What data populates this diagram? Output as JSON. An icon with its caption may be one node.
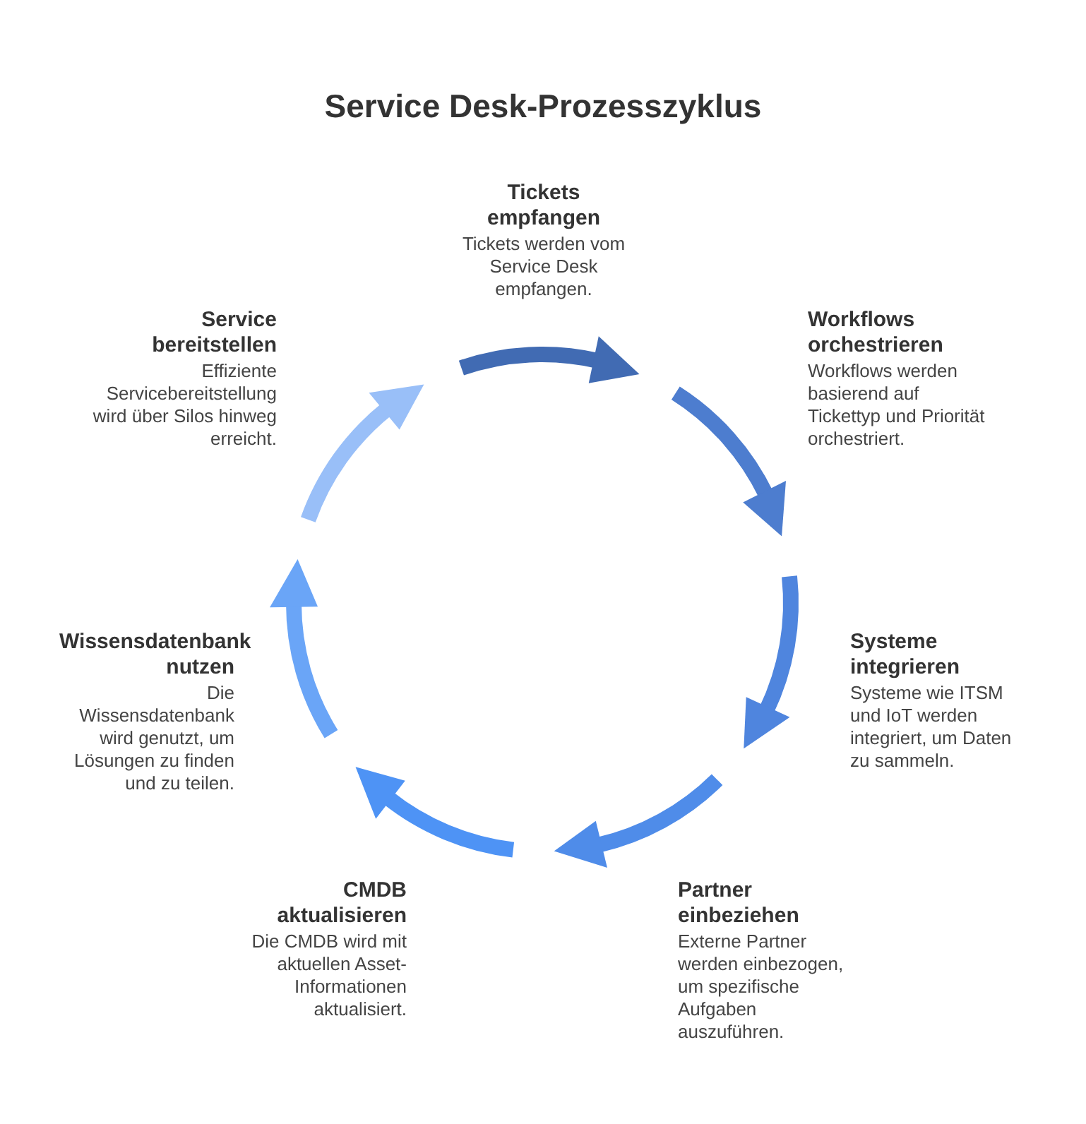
{
  "diagram": {
    "title": "Service Desk-Prozesszyklus",
    "nodes": [
      {
        "text": [
          "Tickets empfangen",
          "Tickets werden vom Service Desk empfangen."
        ]
      },
      {
        "text": [
          "Workflows orchestrieren",
          "Workflows werden basierend auf Tickettyp und Priorität orchestriert."
        ]
      },
      {
        "text": [
          "Systeme integrieren",
          "Systeme wie ITSM und IoT werden integriert, um Daten zu sammeln."
        ]
      },
      {
        "text": [
          "Partner einbeziehen",
          "Externe Partner werden einbezogen, um spezifische Aufgaben auszuführen."
        ]
      },
      {
        "text": [
          "CMDB aktualisieren",
          "Die CMDB wird mit aktuellen Asset-Informationen aktualisiert."
        ]
      },
      {
        "text": [
          "Wissensdatenbank nutzen",
          "Die Wissensdatenbank wird genutzt, um Lösungen zu finden und zu teilen."
        ]
      },
      {
        "text": [
          "Service bereitstellen",
          "Effiziente Servicebereitstellung wird über Silos hinweg erreicht."
        ]
      }
    ]
  }
}
